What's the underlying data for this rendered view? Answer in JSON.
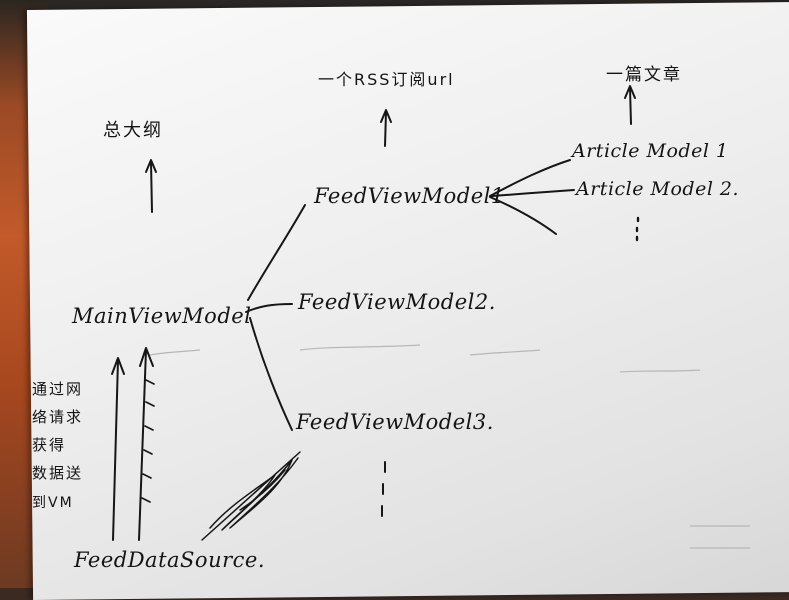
{
  "nodes": {
    "total_list": "总大纲",
    "rss_link": "一个RSS订阅url",
    "article": "一篇文章",
    "main_view_model": "MainViewModel",
    "feed_vm_1": "FeedViewModel1",
    "feed_vm_2": "FeedViewModel2.",
    "feed_vm_3": "FeedViewModel3.",
    "article_model_1": "Article Model 1",
    "article_model_2": "Article Model 2.",
    "feed_data_source": "FeedDataSource.",
    "network_note": [
      "通过网",
      "络请求",
      "获得",
      "数据送",
      "到VM"
    ]
  },
  "ink_color": "#141414"
}
